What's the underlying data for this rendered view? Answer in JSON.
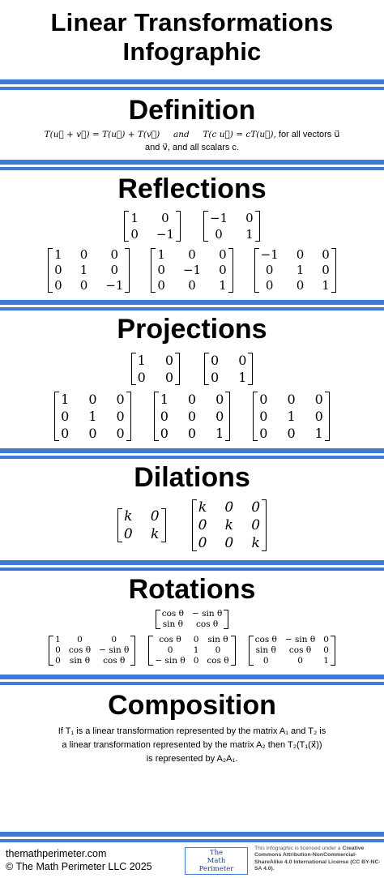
{
  "title_line1": "Linear Transformations",
  "title_line2": "Infographic",
  "definition": {
    "title": "Definition",
    "formula_line1_math": "T(u⃗ + v⃗) = T(u⃗) + T(v⃗)     and     T(c u⃗) = cT(u⃗),",
    "formula_line1_text": " for all vectors u⃗",
    "formula_line2": "and v⃗, and all scalars c."
  },
  "reflections": {
    "title": "Reflections",
    "row1": [
      [
        [
          "1",
          "0"
        ],
        [
          "0",
          "−1"
        ]
      ],
      [
        [
          "−1",
          "0"
        ],
        [
          "0",
          "1"
        ]
      ]
    ],
    "row2": [
      [
        [
          "1",
          "0",
          "0"
        ],
        [
          "0",
          "1",
          "0"
        ],
        [
          "0",
          "0",
          "−1"
        ]
      ],
      [
        [
          "1",
          "0",
          "0"
        ],
        [
          "0",
          "−1",
          "0"
        ],
        [
          "0",
          "0",
          "1"
        ]
      ],
      [
        [
          "−1",
          "0",
          "0"
        ],
        [
          "0",
          "1",
          "0"
        ],
        [
          "0",
          "0",
          "1"
        ]
      ]
    ]
  },
  "projections": {
    "title": "Projections",
    "row1": [
      [
        [
          "1",
          "0"
        ],
        [
          "0",
          "0"
        ]
      ],
      [
        [
          "0",
          "0"
        ],
        [
          "0",
          "1"
        ]
      ]
    ],
    "row2": [
      [
        [
          "1",
          "0",
          "0"
        ],
        [
          "0",
          "1",
          "0"
        ],
        [
          "0",
          "0",
          "0"
        ]
      ],
      [
        [
          "1",
          "0",
          "0"
        ],
        [
          "0",
          "0",
          "0"
        ],
        [
          "0",
          "0",
          "1"
        ]
      ],
      [
        [
          "0",
          "0",
          "0"
        ],
        [
          "0",
          "1",
          "0"
        ],
        [
          "0",
          "0",
          "1"
        ]
      ]
    ]
  },
  "dilations": {
    "title": "Dilations",
    "row1": [
      [
        [
          "k",
          "0"
        ],
        [
          "0",
          "k"
        ]
      ],
      [
        [
          "k",
          "0",
          "0"
        ],
        [
          "0",
          "k",
          "0"
        ],
        [
          "0",
          "0",
          "k"
        ]
      ]
    ]
  },
  "rotations": {
    "title": "Rotations",
    "row1": [
      [
        [
          "cos θ",
          "− sin θ"
        ],
        [
          "sin θ",
          "cos θ"
        ]
      ]
    ],
    "row2": [
      [
        [
          "1",
          "0",
          "0"
        ],
        [
          "0",
          "cos θ",
          "− sin θ"
        ],
        [
          "0",
          "sin θ",
          "cos θ"
        ]
      ],
      [
        [
          "cos θ",
          "0",
          "sin θ"
        ],
        [
          "0",
          "1",
          "0"
        ],
        [
          "− sin θ",
          "0",
          "cos θ"
        ]
      ],
      [
        [
          "cos θ",
          "− sin θ",
          "0"
        ],
        [
          "sin θ",
          "cos θ",
          "0"
        ],
        [
          "0",
          "0",
          "1"
        ]
      ]
    ]
  },
  "composition": {
    "title": "Composition",
    "line1": "If T₁ is a linear transformation represented by the matrix A₁ and T₂ is",
    "line2": "a linear transformation represented by the matrix A₂ then T₂(T₁(x⃗))",
    "line3": "is represented by A₂A₁."
  },
  "footer": {
    "site": "themathperimeter.com",
    "copyright": "© The Math Perimeter LLC 2025",
    "logo_line1": "The",
    "logo_line2": "Math",
    "logo_line3": "Perimeter",
    "license_prefix": "This infographic is licensed under a ",
    "license_bold": "Creative Commons Attribution-NonCommercial-ShareAlike 4.0 International License (CC BY-NC-SA 4.0)."
  },
  "colors": {
    "accent": "#3d7bd6",
    "logo_text": "#1a3e8a"
  }
}
